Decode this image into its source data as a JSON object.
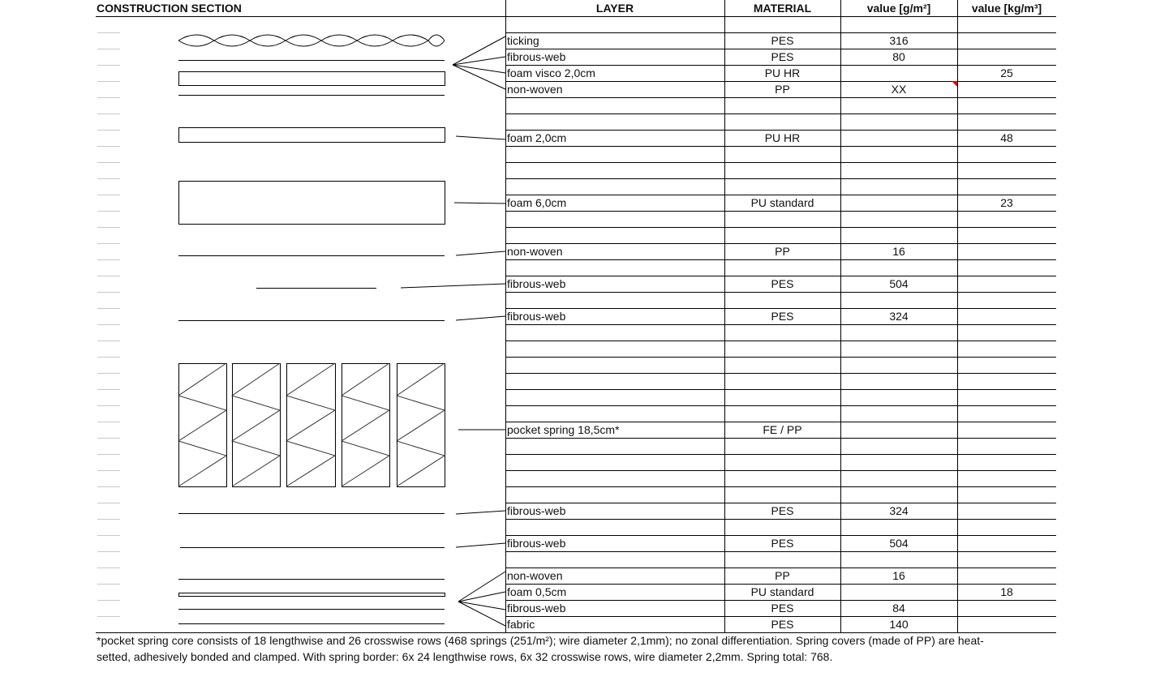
{
  "title": "CONSTRUCTION SECTION",
  "headers": {
    "layer": "LAYER",
    "material": "MATERIAL",
    "gsm": "value [g/m²]",
    "density": "value [kg/m³]"
  },
  "row_count": 38,
  "rows": [
    {
      "row": 1,
      "layer": "ticking",
      "material": "PES",
      "gsm": "316",
      "density": ""
    },
    {
      "row": 2,
      "layer": "fibrous-web",
      "material": "PES",
      "gsm": "80",
      "density": ""
    },
    {
      "row": 3,
      "layer": "foam visco 2,0cm",
      "material": "PU HR",
      "gsm": "",
      "density": "25"
    },
    {
      "row": 4,
      "layer": "non-woven",
      "material": "PP",
      "gsm": "XX",
      "density": ""
    },
    {
      "row": 7,
      "layer": "foam 2,0cm",
      "material": "PU HR",
      "gsm": "",
      "density": "48"
    },
    {
      "row": 11,
      "layer": "foam 6,0cm",
      "material": "PU standard",
      "gsm": "",
      "density": "23"
    },
    {
      "row": 14,
      "layer": "non-woven",
      "material": "PP",
      "gsm": "16",
      "density": ""
    },
    {
      "row": 16,
      "layer": "fibrous-web",
      "material": "PES",
      "gsm": "504",
      "density": ""
    },
    {
      "row": 18,
      "layer": "fibrous-web",
      "material": "PES",
      "gsm": "324",
      "density": ""
    },
    {
      "row": 25,
      "layer": "pocket spring 18,5cm*",
      "material": "FE / PP",
      "gsm": "",
      "density": ""
    },
    {
      "row": 30,
      "layer": "fibrous-web",
      "material": "PES",
      "gsm": "324",
      "density": ""
    },
    {
      "row": 32,
      "layer": "fibrous-web",
      "material": "PES",
      "gsm": "504",
      "density": ""
    },
    {
      "row": 34,
      "layer": "non-woven",
      "material": "PP",
      "gsm": "16",
      "density": ""
    },
    {
      "row": 35,
      "layer": "foam 0,5cm",
      "material": "PU standard",
      "gsm": "",
      "density": "18"
    },
    {
      "row": 36,
      "layer": "fibrous-web",
      "material": "PES",
      "gsm": "84",
      "density": ""
    },
    {
      "row": 37,
      "layer": "fabric",
      "material": "PES",
      "gsm": "140",
      "density": ""
    }
  ],
  "footnote": {
    "line1": "*pocket spring core consists of 18 lengthwise and 26 crosswise rows (468 springs (251/m²); wire diameter 2,1mm); no zonal differentiation. Spring covers (made of PP) are heat-",
    "line2": "setted, adhesively bonded and clamped. With spring border: 6x 24 lengthwise rows, 6x 32 crosswise rows, wire diameter 2,2mm. Spring total: 768."
  },
  "colors": {
    "grid": "#000000",
    "tick": "#c8c8c8",
    "comment_marker": "#e00000"
  }
}
